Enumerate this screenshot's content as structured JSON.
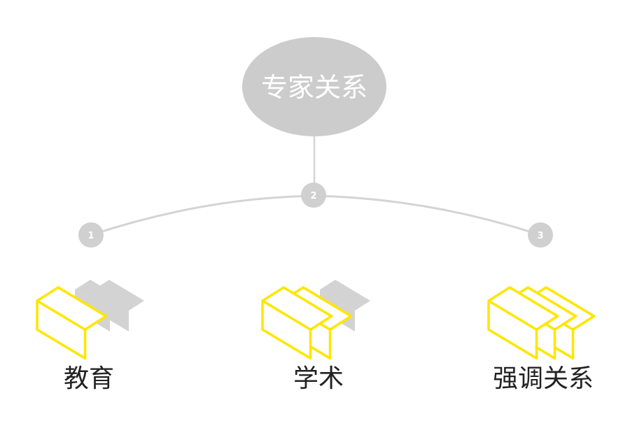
{
  "title": "专家关系",
  "nodes": [
    {
      "number": "1",
      "label": "教育"
    },
    {
      "number": "2",
      "label": "学术"
    },
    {
      "number": "3",
      "label": "强调关系"
    }
  ],
  "colors": {
    "bubble": "#cccccc",
    "connector": "#d4d4d4",
    "highlight": "#ffe600",
    "block_fill": "#d3d3d3",
    "label": "#222222"
  },
  "icons": [
    "one-of-two-blocks-icon",
    "two-of-three-blocks-icon",
    "three-blocks-icon"
  ]
}
